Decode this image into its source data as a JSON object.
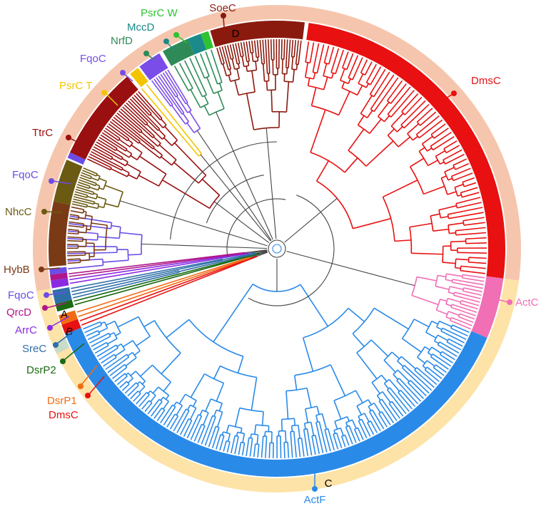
{
  "groups": [
    {
      "id": "A",
      "letter": "A",
      "fill": "#f5c6ad"
    },
    {
      "id": "B",
      "letter": "B",
      "fill": "#c8dcc8"
    },
    {
      "id": "C",
      "letter": "C",
      "fill": "#fde3a7"
    },
    {
      "id": "D",
      "letter": "D",
      "fill": "#f5c6ad"
    }
  ],
  "clades": [
    {
      "key": "soec",
      "name": "SoeC",
      "color": "#8b1a0e"
    },
    {
      "key": "psrcw",
      "name": "PsrC W",
      "color": "#2ec233"
    },
    {
      "key": "mccd",
      "name": "MccD",
      "color": "#1a8a8a"
    },
    {
      "key": "nrfd",
      "name": "NrfD",
      "color": "#2e8b57"
    },
    {
      "key": "fqoc1",
      "name": "FqoC",
      "color": "#7b4de8"
    },
    {
      "key": "psrct",
      "name": "PsrC T",
      "color": "#f2c500"
    },
    {
      "key": "ttrc",
      "name": "TtrC",
      "color": "#9a1010"
    },
    {
      "key": "fqoc2",
      "name": "FqoC",
      "color": "#6b4de6"
    },
    {
      "key": "nhcc",
      "name": "NhcC",
      "color": "#6b5a12"
    },
    {
      "key": "hybb",
      "name": "HybB",
      "color": "#7a3a15"
    },
    {
      "key": "fqoc3",
      "name": "FqoC",
      "color": "#6b4de6"
    },
    {
      "key": "qrcd",
      "name": "QrcD",
      "color": "#b0178a"
    },
    {
      "key": "arrc",
      "name": "ArrC",
      "color": "#8a2be2"
    },
    {
      "key": "srec",
      "name": "SreC",
      "color": "#2f6fa8"
    },
    {
      "key": "dsrp2",
      "name": "DsrP2",
      "color": "#1a6b12"
    },
    {
      "key": "dsrp1",
      "name": "DsrP1",
      "color": "#f26b12"
    },
    {
      "key": "dmsc2",
      "name": "DmsC",
      "color": "#e81010"
    },
    {
      "key": "actf",
      "name": "ActF",
      "color": "#2a8ae8"
    },
    {
      "key": "actc",
      "name": "ActC",
      "color": "#f06fb5"
    },
    {
      "key": "dmsc1",
      "name": "DmsC",
      "color": "#e81010"
    }
  ]
}
